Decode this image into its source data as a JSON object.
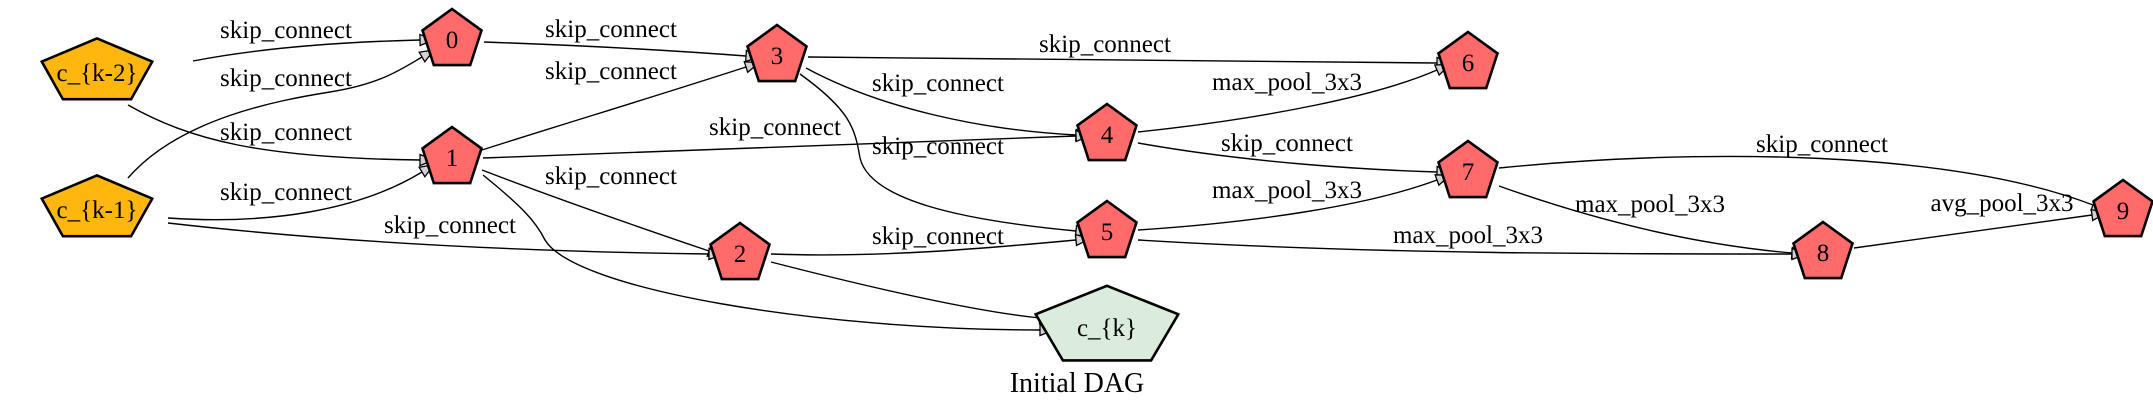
{
  "caption": "Initial DAG",
  "colors": {
    "input_node": "#ffb710",
    "intermediate_node": "#ff6b6b",
    "output_node": "#dcecdc",
    "edge": "#000000",
    "arrowhead": "#d3d3d3"
  },
  "nodes": [
    {
      "id": "k2",
      "label": "c_{k-2}",
      "kind": "input"
    },
    {
      "id": "k1",
      "label": "c_{k-1}",
      "kind": "input"
    },
    {
      "id": "n0",
      "label": "0",
      "kind": "intermediate"
    },
    {
      "id": "n1",
      "label": "1",
      "kind": "intermediate"
    },
    {
      "id": "n2",
      "label": "2",
      "kind": "intermediate"
    },
    {
      "id": "n3",
      "label": "3",
      "kind": "intermediate"
    },
    {
      "id": "n4",
      "label": "4",
      "kind": "intermediate"
    },
    {
      "id": "n5",
      "label": "5",
      "kind": "intermediate"
    },
    {
      "id": "n6",
      "label": "6",
      "kind": "intermediate"
    },
    {
      "id": "n7",
      "label": "7",
      "kind": "intermediate"
    },
    {
      "id": "n8",
      "label": "8",
      "kind": "intermediate"
    },
    {
      "id": "n9",
      "label": "9",
      "kind": "intermediate"
    },
    {
      "id": "out",
      "label": "c_{k}",
      "kind": "output"
    }
  ],
  "edges": [
    {
      "id": "e1",
      "from": "k2",
      "to": "n0",
      "label": "skip_connect"
    },
    {
      "id": "e2",
      "from": "k1",
      "to": "n0",
      "label": "skip_connect"
    },
    {
      "id": "e3",
      "from": "k2",
      "to": "n1",
      "label": "skip_connect"
    },
    {
      "id": "e4",
      "from": "k1",
      "to": "n1",
      "label": "skip_connect"
    },
    {
      "id": "e5",
      "from": "n0",
      "to": "n3",
      "label": "skip_connect"
    },
    {
      "id": "e6",
      "from": "n1",
      "to": "n3",
      "label": "skip_connect"
    },
    {
      "id": "e7",
      "from": "n3",
      "to": "n6",
      "label": "skip_connect"
    },
    {
      "id": "e8",
      "from": "n3",
      "to": "n4",
      "label": "skip_connect"
    },
    {
      "id": "e9",
      "from": "n1",
      "to": "n4",
      "label": "skip_connect"
    },
    {
      "id": "e10",
      "from": "n3",
      "to": "n5",
      "label": "skip_connect"
    },
    {
      "id": "e11",
      "from": "n1",
      "to": "n2",
      "label": "skip_connect"
    },
    {
      "id": "e12",
      "from": "k1",
      "to": "n2",
      "label": "skip_connect"
    },
    {
      "id": "e13",
      "from": "n2",
      "to": "n5",
      "label": "skip_connect"
    },
    {
      "id": "e14",
      "from": "n4",
      "to": "n6",
      "label": "max_pool_3x3"
    },
    {
      "id": "e15",
      "from": "n4",
      "to": "n7",
      "label": "skip_connect"
    },
    {
      "id": "e16",
      "from": "n5",
      "to": "n7",
      "label": "max_pool_3x3"
    },
    {
      "id": "e17",
      "from": "n7",
      "to": "n9",
      "label": "skip_connect"
    },
    {
      "id": "e18",
      "from": "n7",
      "to": "n8",
      "label": "max_pool_3x3"
    },
    {
      "id": "e19",
      "from": "n5",
      "to": "n8",
      "label": "max_pool_3x3"
    },
    {
      "id": "e20",
      "from": "n8",
      "to": "n9",
      "label": "avg_pool_3x3"
    },
    {
      "id": "e21",
      "from": "n2",
      "to": "out",
      "label": ""
    },
    {
      "id": "e22",
      "from": "n1",
      "to": "out",
      "label": ""
    }
  ]
}
